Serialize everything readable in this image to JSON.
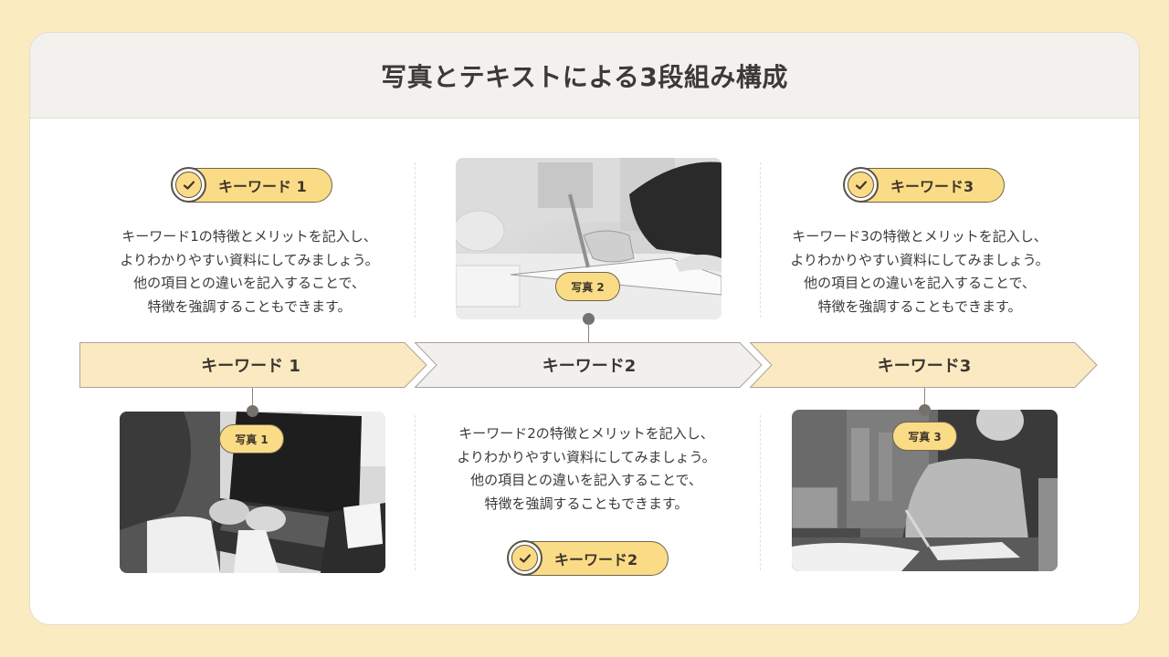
{
  "page": {
    "title": "写真とテキストによる3段組み構成",
    "colors": {
      "background": "#faebc0",
      "accent_yellow": "#fbdc86",
      "chevron_yellow": "#fbeac1",
      "chevron_gray": "#f1f0ef",
      "header_gray": "#f2f1ee",
      "text_dark": "#3b3a38"
    }
  },
  "columns": [
    {
      "keyword_pill": "キーワード 1",
      "chevron_label": "キーワード 1",
      "description": [
        "キーワード1の特徴とメリットを記入し、",
        "よりわかりやすい資料にしてみましょう。",
        "他の項目との違いを記入することで、",
        "特徴を強調することもできます。"
      ],
      "photo_label": "写真 1",
      "photo_subject": "laptop-typing-photo",
      "check_icon": "check-circle-icon"
    },
    {
      "keyword_pill": "キーワード2",
      "chevron_label": "キーワード2",
      "description": [
        "キーワード2の特徴とメリットを記入し、",
        "よりわかりやすい資料にしてみましょう。",
        "他の項目との違いを記入することで、",
        "特徴を強調することもできます。"
      ],
      "photo_label": "写真 2",
      "photo_subject": "writing-notebook-photo",
      "check_icon": "check-circle-icon"
    },
    {
      "keyword_pill": "キーワード3",
      "chevron_label": "キーワード3",
      "description": [
        "キーワード3の特徴とメリットを記入し、",
        "よりわかりやすい資料にしてみましょう。",
        "他の項目との違いを記入することで、",
        "特徴を強調することもできます。"
      ],
      "photo_label": "写真 3",
      "photo_subject": "student-studying-photo",
      "check_icon": "check-circle-icon"
    }
  ]
}
